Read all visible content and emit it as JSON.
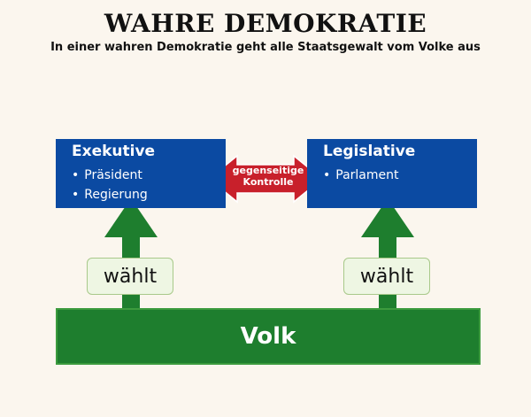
{
  "header": {
    "title": "WAHRE DEMOKRATIE",
    "subtitle": "In einer wahren Demokratie geht alle Staatsgewalt vom Volke aus"
  },
  "executive": {
    "title": "Exekutive",
    "items": [
      "Präsident",
      "Regierung"
    ]
  },
  "legislative": {
    "title": "Legislative",
    "items": [
      "Parlament"
    ]
  },
  "mutual_control": {
    "line1": "gegenseitige",
    "line2": "Kontrolle"
  },
  "vote_left": "wählt",
  "vote_right": "wählt",
  "people": "Volk",
  "colors": {
    "blue": "#0b4aa2",
    "green": "#1e7e2e",
    "red": "#c8202b",
    "background": "#fbf6ee"
  }
}
